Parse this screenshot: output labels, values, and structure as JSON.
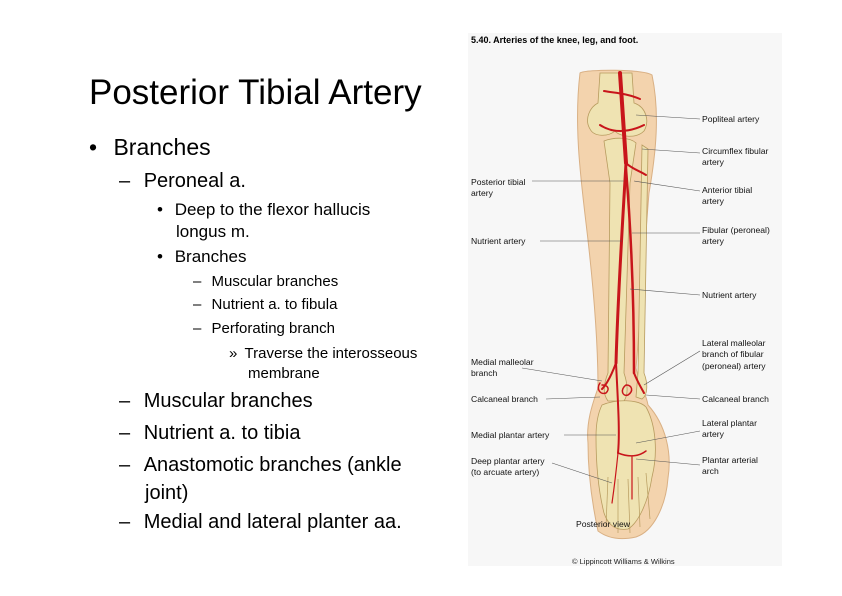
{
  "slide": {
    "title": "Posterior Tibial Artery",
    "b1": "Branches",
    "b1_1": "Peroneal a.",
    "b1_1_1a": "Deep to the flexor hallucis",
    "b1_1_1b": "longus m.",
    "b1_1_2": "Branches",
    "b1_1_2_1": "Muscular branches",
    "b1_1_2_2": "Nutrient a. to fibula",
    "b1_1_2_3": "Perforating branch",
    "b1_1_2_3_1a": "Traverse the interosseous",
    "b1_1_2_3_1b": "membrane",
    "b1_2": "Muscular branches",
    "b1_3": "Nutrient a. to tibia",
    "b1_4a": "Anastomotic branches (ankle",
    "b1_4b": "joint)",
    "b1_5": "Medial and lateral planter aa."
  },
  "bullets": {
    "dot": "•",
    "dash": "–",
    "arrow": "»"
  },
  "figure": {
    "title": "5.40. Arteries of the knee, leg, and foot.",
    "labels": {
      "popliteal": "Popliteal artery",
      "circumflex_1": "Circumflex fibular",
      "circumflex_2": "artery",
      "post_tibial_1": "Posterior tibial",
      "post_tibial_2": "artery",
      "ant_tibial_1": "Anterior tibial",
      "ant_tibial_2": "artery",
      "fibular_1": "Fibular (peroneal)",
      "fibular_2": "artery",
      "nutrient_left": "Nutrient artery",
      "nutrient_right": "Nutrient artery",
      "lat_malleolar_1": "Lateral malleolar",
      "lat_malleolar_2": "branch of fibular",
      "lat_malleolar_3": "(peroneal) artery",
      "med_malleolar_1": "Medial malleolar",
      "med_malleolar_2": "branch",
      "calc_left": "Calcaneal branch",
      "calc_right": "Calcaneal branch",
      "med_plantar": "Medial plantar artery",
      "lat_plantar_1": "Lateral plantar",
      "lat_plantar_2": "artery",
      "deep_plantar_1": "Deep plantar artery",
      "deep_plantar_2": "(to arcuate artery)",
      "plantar_arch_1": "Plantar arterial",
      "plantar_arch_2": "arch",
      "view": "Posterior view"
    },
    "copyright": "© Lippincott Williams & Wilkins",
    "colors": {
      "skin": "#f3d3ad",
      "bone": "#efe3b2",
      "artery": "#c8151b",
      "leader": "#555555"
    }
  }
}
